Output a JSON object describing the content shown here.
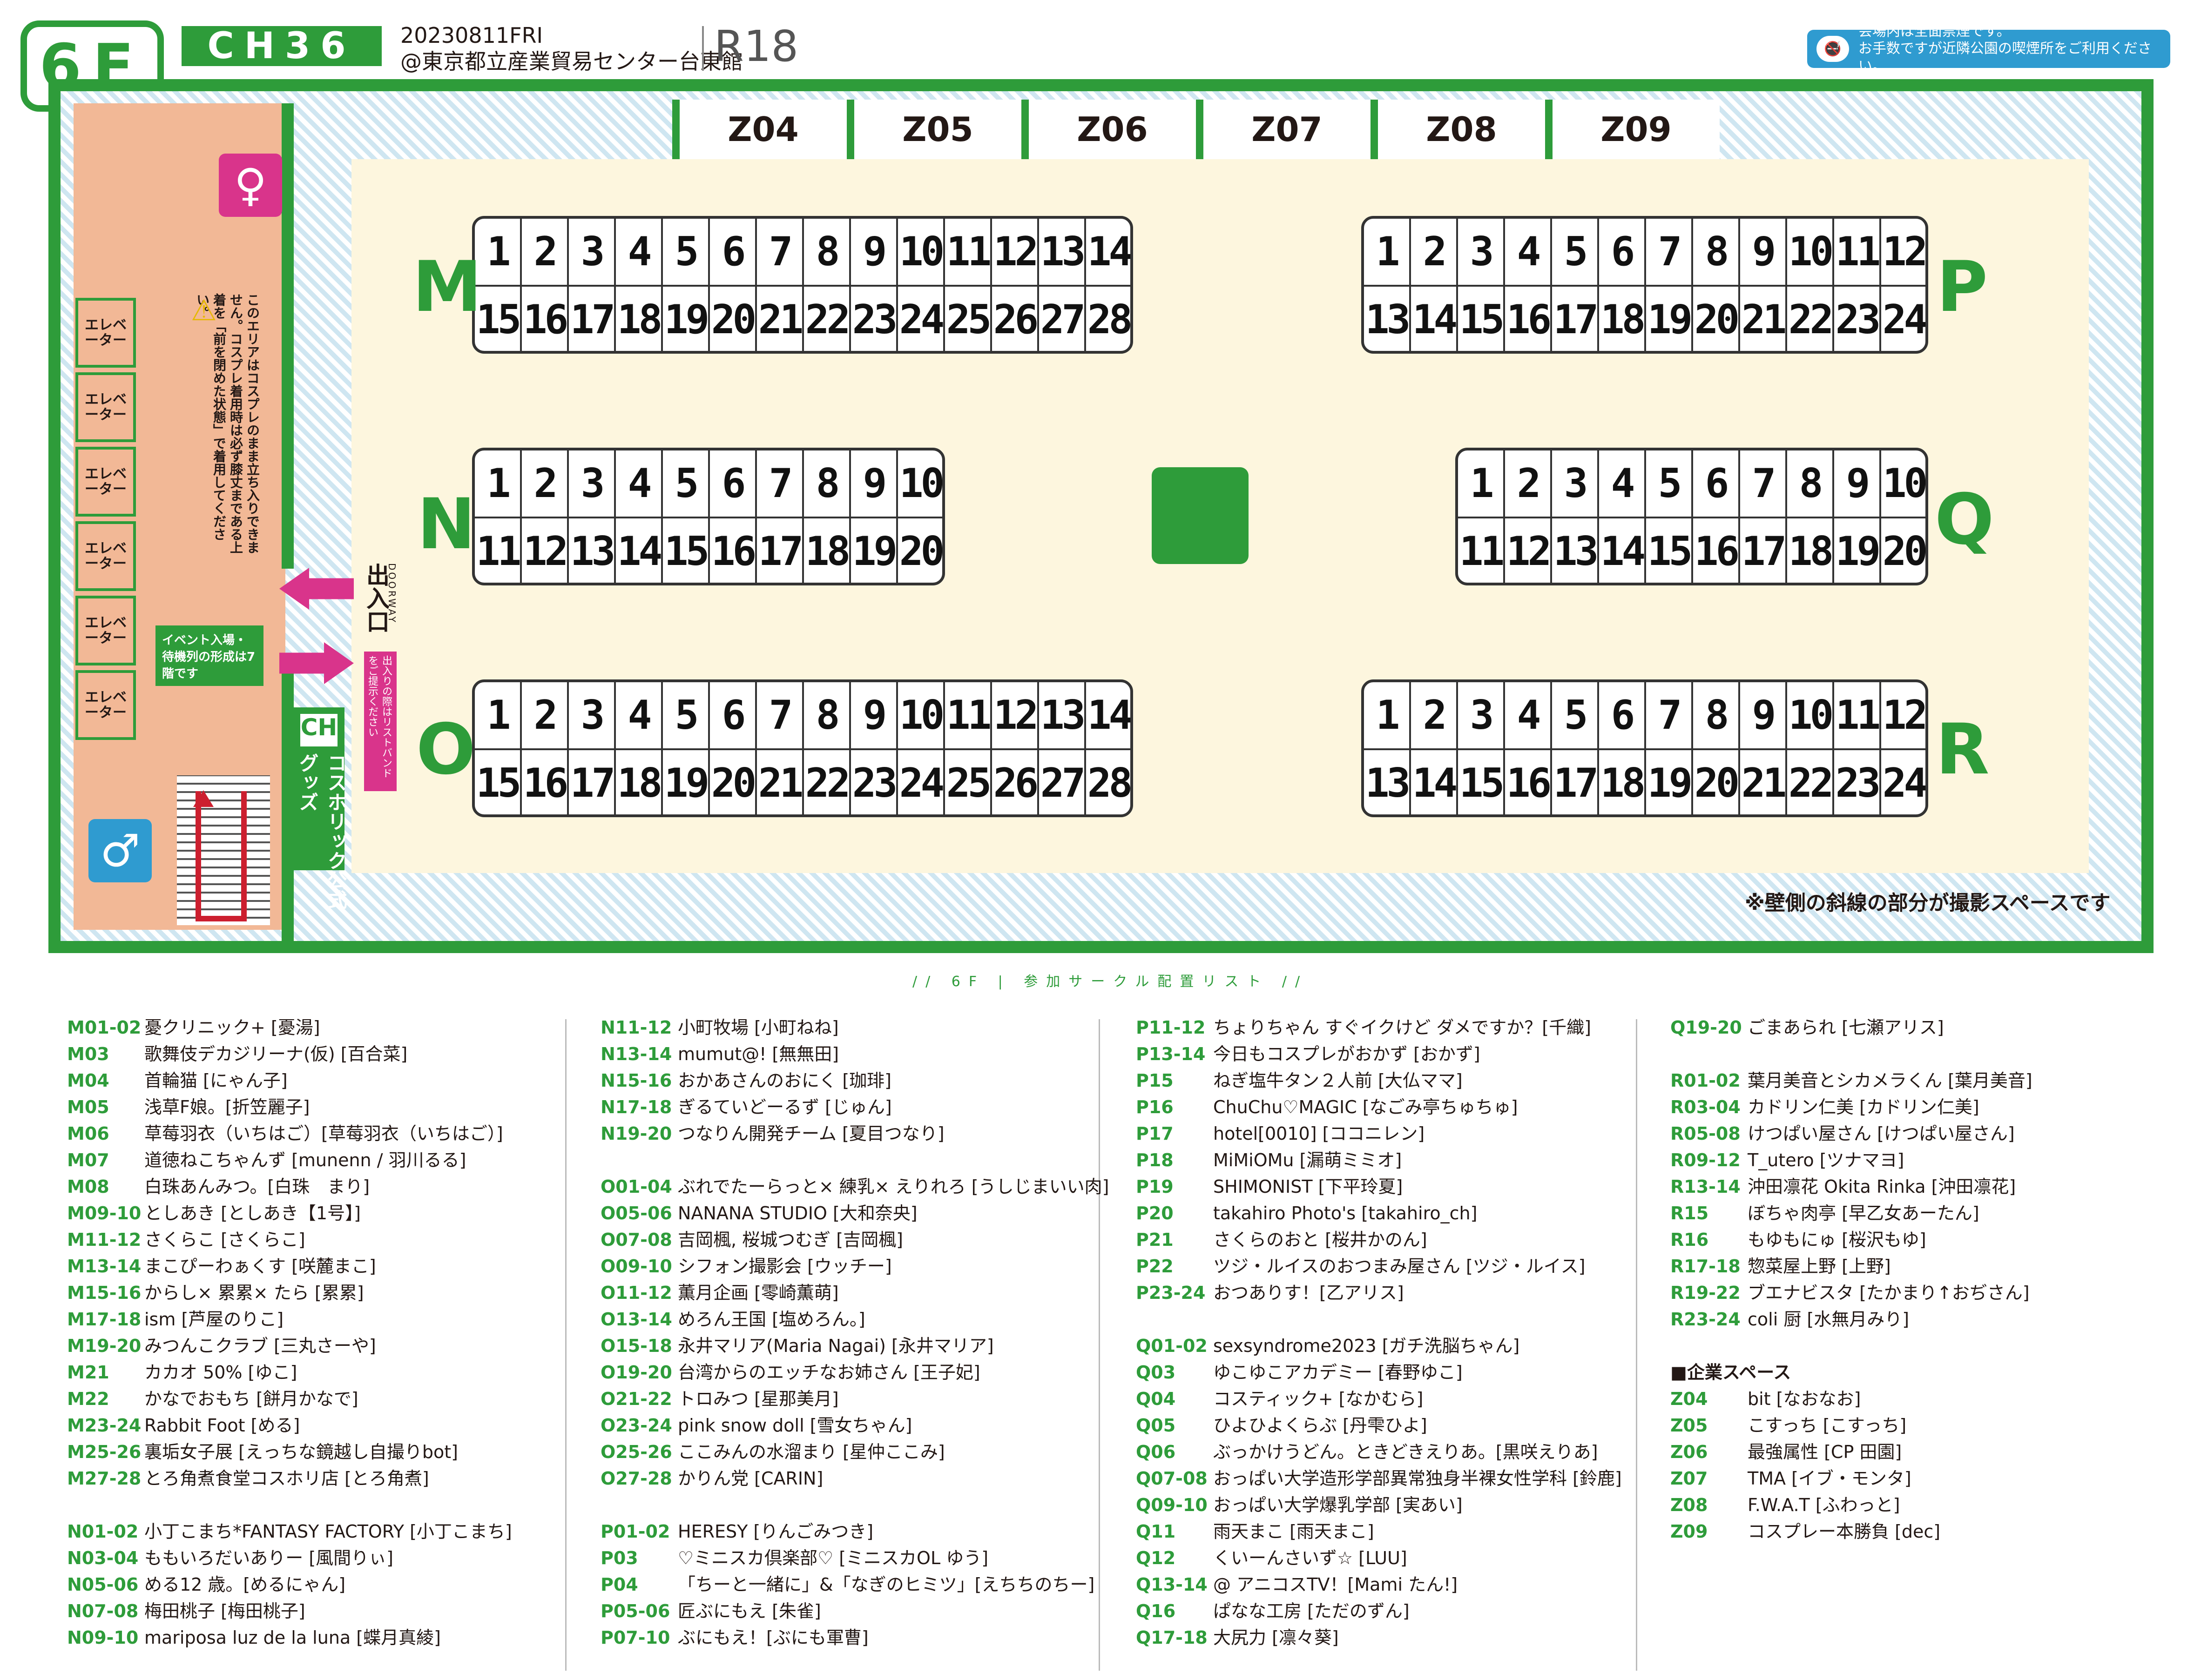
{
  "header": {
    "floor": "6F",
    "logo": "CH36",
    "date": "20230811FRI",
    "venue": "@東京都立産業貿易センター台東館",
    "rating": "R18",
    "smoking_line1": "会場内は全面禁煙です。",
    "smoking_line2": "お手数ですが近隣公園の喫煙所をご利用ください。"
  },
  "map": {
    "zones": [
      "Z04",
      "Z05",
      "Z06",
      "Z07",
      "Z08",
      "Z09"
    ],
    "rows": {
      "M": {
        "top": [
          "1",
          "2",
          "3",
          "4",
          "5",
          "6",
          "7",
          "8",
          "9",
          "10",
          "11",
          "12",
          "13",
          "14"
        ],
        "bottom": [
          "15",
          "16",
          "17",
          "18",
          "19",
          "20",
          "21",
          "22",
          "23",
          "24",
          "25",
          "26",
          "27",
          "28"
        ]
      },
      "N": {
        "top": [
          "1",
          "2",
          "3",
          "4",
          "5",
          "6",
          "7",
          "8",
          "9",
          "10"
        ],
        "bottom": [
          "11",
          "12",
          "13",
          "14",
          "15",
          "16",
          "17",
          "18",
          "19",
          "20"
        ]
      },
      "O": {
        "top": [
          "1",
          "2",
          "3",
          "4",
          "5",
          "6",
          "7",
          "8",
          "9",
          "10",
          "11",
          "12",
          "13",
          "14"
        ],
        "bottom": [
          "15",
          "16",
          "17",
          "18",
          "19",
          "20",
          "21",
          "22",
          "23",
          "24",
          "25",
          "26",
          "27",
          "28"
        ]
      },
      "P": {
        "top": [
          "1",
          "2",
          "3",
          "4",
          "5",
          "6",
          "7",
          "8",
          "9",
          "10",
          "11",
          "12"
        ],
        "bottom": [
          "13",
          "14",
          "15",
          "16",
          "17",
          "18",
          "19",
          "20",
          "21",
          "22",
          "23",
          "24"
        ]
      },
      "Q": {
        "top": [
          "1",
          "2",
          "3",
          "4",
          "5",
          "6",
          "7",
          "8",
          "9",
          "10"
        ],
        "bottom": [
          "11",
          "12",
          "13",
          "14",
          "15",
          "16",
          "17",
          "18",
          "19",
          "20"
        ]
      },
      "R": {
        "top": [
          "1",
          "2",
          "3",
          "4",
          "5",
          "6",
          "7",
          "8",
          "9",
          "10",
          "11",
          "12"
        ],
        "bottom": [
          "13",
          "14",
          "15",
          "16",
          "17",
          "18",
          "19",
          "20",
          "21",
          "22",
          "23",
          "24"
        ]
      }
    },
    "elevator_label": "エレベーター",
    "cosplay_notice": "このエリアはコスプレのまま立ち入りできません。コスプレ着用時は必ず膝丈まである上着を「前を閉めた状態」で着用してください。",
    "entrance_label": "出入口",
    "doorway_label": "DOORWAY",
    "wristband_note": "出入りの際はリストバンドをご提示ください",
    "event_note": "イベント入場・待機列の形成は7階です",
    "goods_label": "コスホリック公式グッズ",
    "goods_logo": "CH",
    "photo_note": "※壁側の斜線の部分が撮影スペースです"
  },
  "list_caption": "// 6F | 参加サークル配置リスト //",
  "columns": [
    [
      [
        "M01-02",
        "憂クリニック+ [憂湯]"
      ],
      [
        "M03",
        "歌舞伎デカジリーナ(仮) [百合菜]"
      ],
      [
        "M04",
        "首輪猫 [にゃん子]"
      ],
      [
        "M05",
        "浅草F娘。[折笠麗子]"
      ],
      [
        "M06",
        "草莓羽衣（いちはご）[草莓羽衣（いちはご）]"
      ],
      [
        "M07",
        "道徳ねこちゃんず [munenn / 羽川るる]"
      ],
      [
        "M08",
        "白珠あんみつ。[白珠　まり]"
      ],
      [
        "M09-10",
        "としあき [としあき【1号】]"
      ],
      [
        "M11-12",
        "さくらこ [さくらこ]"
      ],
      [
        "M13-14",
        "まこぴーわぁくす [咲麓まこ]"
      ],
      [
        "M15-16",
        "からし× 累累× たら [累累]"
      ],
      [
        "M17-18",
        "ism [芦屋のりこ]"
      ],
      [
        "M19-20",
        "みつんこクラブ [三丸さーや]"
      ],
      [
        "M21",
        "カカオ 50% [ゆこ]"
      ],
      [
        "M22",
        "かなでおもち [餅月かなで]"
      ],
      [
        "M23-24",
        "Rabbit Foot [める]"
      ],
      [
        "M25-26",
        "裏垢女子展 [えっちな鏡越し自撮りbot]"
      ],
      [
        "M27-28",
        "とろ角煮食堂コスホリ店 [とろ角煮]"
      ],
      [
        "",
        ""
      ],
      [
        "N01-02",
        "小丁こまち*FANTASY FACTORY [小丁こまち]"
      ],
      [
        "N03-04",
        "ももいろだいありー [風間りぃ]"
      ],
      [
        "N05-06",
        "める12 歳。[めるにゃん]"
      ],
      [
        "N07-08",
        "梅田桃子 [梅田桃子]"
      ],
      [
        "N09-10",
        "mariposa luz de la luna [蝶月真綾]"
      ]
    ],
    [
      [
        "N11-12",
        "小町牧場 [小町ねね]"
      ],
      [
        "N13-14",
        "mumut@! [無無田]"
      ],
      [
        "N15-16",
        "おかあさんのおにく [珈琲]"
      ],
      [
        "N17-18",
        "ぎるていどーるず [じゅん]"
      ],
      [
        "N19-20",
        "つなりん開発チーム [夏目つなり]"
      ],
      [
        "",
        ""
      ],
      [
        "O01-04",
        "ぶれでたーらっと× 練乳× えりれろ [うしじまいい肉]"
      ],
      [
        "O05-06",
        "NANANA STUDIO [大和奈央]"
      ],
      [
        "O07-08",
        "吉岡楓, 桜城つむぎ [吉岡楓]"
      ],
      [
        "O09-10",
        "シフォン撮影会 [ウッチー]"
      ],
      [
        "O11-12",
        "薫月企画 [零崎薫萌]"
      ],
      [
        "O13-14",
        "めろん王国 [塩めろん。]"
      ],
      [
        "O15-18",
        "永井マリア(Maria Nagai) [永井マリア]"
      ],
      [
        "O19-20",
        "台湾からのエッチなお姉さん [王子妃]"
      ],
      [
        "O21-22",
        "トロみつ [星那美月]"
      ],
      [
        "O23-24",
        "pink snow doll [雪女ちゃん]"
      ],
      [
        "O25-26",
        "ここみんの水溜まり [星仲ここみ]"
      ],
      [
        "O27-28",
        "かりん党 [CARIN]"
      ],
      [
        "",
        ""
      ],
      [
        "P01-02",
        "HERESY [りんごみつき]"
      ],
      [
        "P03",
        "♡ミニスカ倶楽部♡ [ミニスカOL ゆう]"
      ],
      [
        "P04",
        "「ちーと一緒に」&「なぎのヒミツ」[えちちのちー]"
      ],
      [
        "P05-06",
        "匠ぶにもえ [朱雀]"
      ],
      [
        "P07-10",
        "ぶにもえ！[ぶにも軍曹]"
      ]
    ],
    [
      [
        "P11-12",
        "ちょりちゃん すぐイクけど ダメですか？[千織]"
      ],
      [
        "P13-14",
        "今日もコスプレがおかず [おかず]"
      ],
      [
        "P15",
        "ねぎ塩牛タン２人前 [大仏ママ]"
      ],
      [
        "P16",
        "ChuChu♡MAGIC [なごみ亭ちゅちゅ]"
      ],
      [
        "P17",
        "hotel[0010] [ココニレン]"
      ],
      [
        "P18",
        "MiMiOMu [漏萌ミミオ]"
      ],
      [
        "P19",
        "SHIMONIST [下平玲夏]"
      ],
      [
        "P20",
        "takahiro Photo's [takahiro_ch]"
      ],
      [
        "P21",
        "さくらのおと [桜井かのん]"
      ],
      [
        "P22",
        "ツジ・ルイスのおつまみ屋さん [ツジ・ルイス]"
      ],
      [
        "P23-24",
        "おつありす！[乙アリス]"
      ],
      [
        "",
        ""
      ],
      [
        "Q01-02",
        "sexsyndrome2023 [ガチ洗脳ちゃん]"
      ],
      [
        "Q03",
        "ゆこゆこアカデミー [春野ゆこ]"
      ],
      [
        "Q04",
        "コスティック+ [なかむら]"
      ],
      [
        "Q05",
        "ひよひよくらぶ [丹雫ひよ]"
      ],
      [
        "Q06",
        "ぶっかけうどん。ときどきえりあ。[黒咲えりあ]"
      ],
      [
        "Q07-08",
        "おっぱい大学造形学部異常独身半裸女性学科 [鈴鹿]"
      ],
      [
        "Q09-10",
        "おっぱい大学爆乳学部 [実あい]"
      ],
      [
        "Q11",
        "雨天まこ [雨天まこ]"
      ],
      [
        "Q12",
        "くいーんさいず☆ [LUU]"
      ],
      [
        "Q13-14",
        "@ アニコスTV！[Mami たん!]"
      ],
      [
        "Q16",
        "ぱなな工房 [ただのずん]"
      ],
      [
        "Q17-18",
        "大尻力 [凛々葵]"
      ]
    ],
    [
      [
        "Q19-20",
        "ごまあられ [七瀬アリス]"
      ],
      [
        "",
        ""
      ],
      [
        "R01-02",
        "葉月美音とシカメラくん [葉月美音]"
      ],
      [
        "R03-04",
        "カドリン仁美 [カドリン仁美]"
      ],
      [
        "R05-08",
        "けつぱい屋さん [けつぱい屋さん]"
      ],
      [
        "R09-12",
        "T_utero [ツナマヨ]"
      ],
      [
        "R13-14",
        "沖田凛花 Okita Rinka [沖田凛花]"
      ],
      [
        "R15",
        "ぼちゃ肉亭 [早乙女あーたん]"
      ],
      [
        "R16",
        "もゆもにゅ [桜沢もゆ]"
      ],
      [
        "R17-18",
        "惣菜屋上野 [上野]"
      ],
      [
        "R19-22",
        "ブエナビスタ [たかまり↑おぢさん]"
      ],
      [
        "R23-24",
        "coli 厨 [水無月みり]"
      ],
      [
        "",
        ""
      ],
      [
        "",
        "■企業スペース"
      ],
      [
        "Z04",
        "bit [なおなお]"
      ],
      [
        "Z05",
        "こすっち [こすっち]"
      ],
      [
        "Z06",
        "最強属性 [CP 田園]"
      ],
      [
        "Z07",
        "TMA [イブ・モンタ]"
      ],
      [
        "Z08",
        "F.W.A.T [ふわっと]"
      ],
      [
        "Z09",
        "コスプレー本勝負 [dec]"
      ]
    ]
  ],
  "colors": {
    "brand_green": "#2e9c3a",
    "wall_salmon": "#f2b896",
    "floor_cream": "#fdf6de",
    "accent_pink": "#d9348b",
    "smoke_blue": "#2f9bd0"
  }
}
